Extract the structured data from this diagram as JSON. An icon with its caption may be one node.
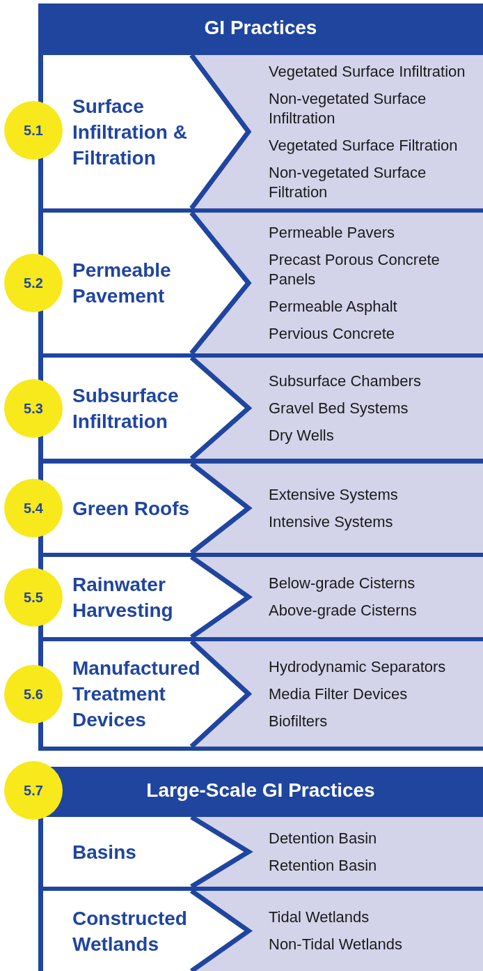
{
  "diagram": {
    "nodes": [
      {
        "text": [
          "GI Practices"
        ]
      },
      {
        "text": [
          "5.1"
        ]
      },
      {
        "text": [
          "Surface Infiltration & Filtration"
        ],
        "in": 0
      },
      {
        "text": [
          "Vegetated Surface Infiltration",
          "Non-vegetated Surface Infiltration",
          "Vegetated Surface Filtration",
          "Non-vegetated Surface Filtration"
        ],
        "in": 0
      },
      {
        "text": [
          "5.2"
        ]
      },
      {
        "text": [
          "Permeable Pavement"
        ],
        "in": 0
      },
      {
        "text": [
          "Permeable Pavers",
          "Precast Porous Concrete Panels",
          "Permeable Asphalt",
          "Pervious Concrete"
        ],
        "in": 0
      },
      {
        "text": [
          "5.3"
        ]
      },
      {
        "text": [
          "Subsurface Infiltration"
        ],
        "in": 0
      },
      {
        "text": [
          "Subsurface Chambers",
          "Gravel Bed Systems",
          "Dry Wells"
        ],
        "in": 0
      },
      {
        "text": [
          "5.4"
        ]
      },
      {
        "text": [
          "Green Roofs"
        ],
        "in": 0
      },
      {
        "text": [
          "Extensive Systems",
          "Intensive Systems"
        ],
        "in": 0
      },
      {
        "text": [
          "5.5"
        ]
      },
      {
        "text": [
          "Rainwater Harvesting"
        ],
        "in": 0
      },
      {
        "text": [
          "Below-grade Cisterns",
          "Above-grade Cisterns"
        ],
        "in": 0
      },
      {
        "text": [
          "5.6"
        ]
      },
      {
        "text": [
          "Manufactured Treatment Devices"
        ],
        "in": 0
      },
      {
        "text": [
          "Hydrodynamic Separators",
          "Media Filter Devices",
          "Biofilters"
        ],
        "in": 0
      },
      {
        "text": [
          "Large-Scale GI Practices"
        ]
      },
      {
        "text": [
          "5.7"
        ]
      },
      {
        "text": [
          "Basins"
        ],
        "in": 19
      },
      {
        "text": [
          "Detention Basin",
          "Retention Basin"
        ],
        "in": 19
      },
      {
        "text": [
          "Constructed Wetlands"
        ],
        "in": 19
      },
      {
        "text": [
          "Tidal Wetlands",
          "Non-Tidal Wetlands"
        ],
        "in": 19
      }
    ]
  }
}
